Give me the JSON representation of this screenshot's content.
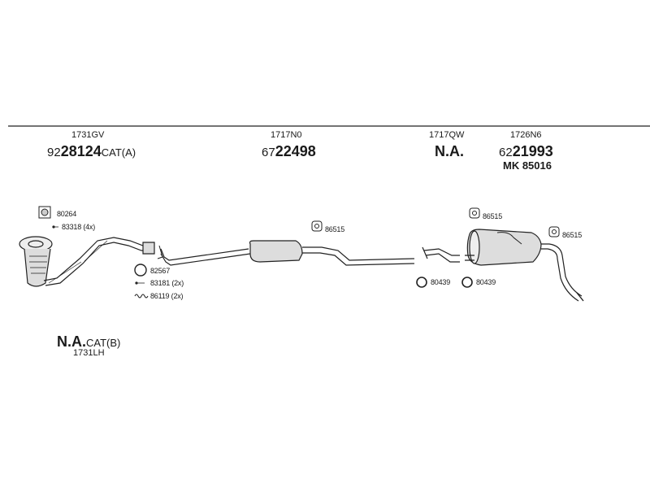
{
  "groups": [
    {
      "code": "1731GV",
      "prefix": "92",
      "number": "28124",
      "suffix": "CAT(A)"
    },
    {
      "code": "1717N0",
      "prefix": "67",
      "number": "22498",
      "suffix": ""
    },
    {
      "code": "1717QW",
      "na": "N.A."
    },
    {
      "code": "1726N6",
      "prefix": "62",
      "number": "21993",
      "suffix": "",
      "extra": "MK 85016"
    }
  ],
  "cat_b": {
    "na": "N.A.",
    "suffix": "CAT(B)",
    "code": "1731LH"
  },
  "parts": {
    "gasket_1": "80264",
    "bolt_1": "83318 (4x)",
    "ring_1": "82567",
    "bolt_2": "83181 (2x)",
    "spring_1": "86119 (2x)",
    "hanger_1": "86515",
    "hanger_2": "86515",
    "hanger_3": "86515",
    "clamp_1": "80439",
    "clamp_2": "80439"
  }
}
